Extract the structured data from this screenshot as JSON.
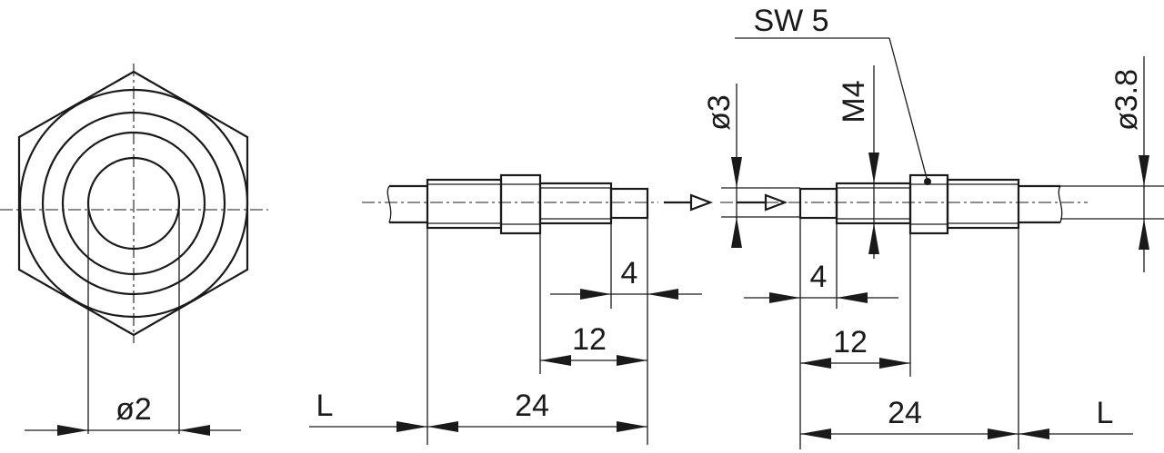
{
  "dimensions": {
    "hex_bore": "ø2",
    "left_length": "L",
    "left_total": "24",
    "left_mid": "12",
    "left_tip": "4",
    "right_tip": "4",
    "right_mid": "12",
    "right_total": "24",
    "right_length": "L",
    "dia_pin": "ø3",
    "thread": "M4",
    "dia_tube": "ø3.8",
    "wrench_size": "SW 5"
  }
}
